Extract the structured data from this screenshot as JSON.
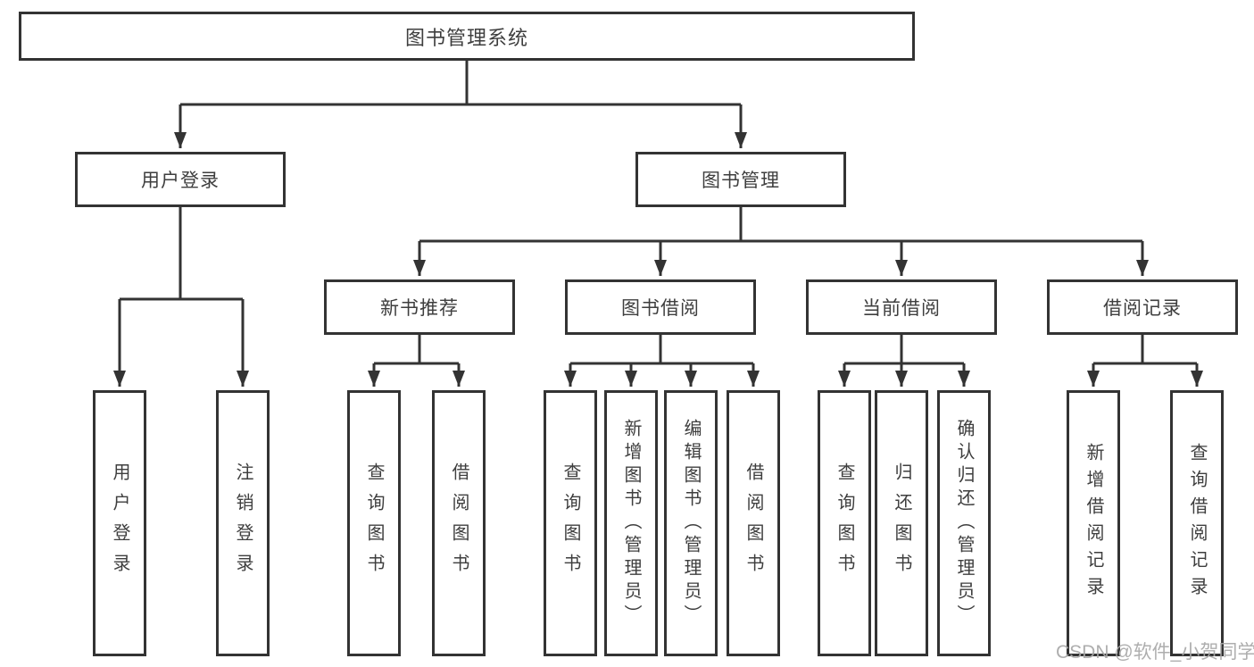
{
  "tree": {
    "root": {
      "label": "图书管理系统"
    },
    "branches": [
      {
        "label": "用户登录",
        "children": [
          {
            "label": "用户登录"
          },
          {
            "label": "注销登录"
          }
        ]
      },
      {
        "label": "图书管理",
        "children": [
          {
            "label": "新书推荐",
            "children": [
              {
                "label": "查询图书"
              },
              {
                "label": "借阅图书"
              }
            ]
          },
          {
            "label": "图书借阅",
            "children": [
              {
                "label": "查询图书"
              },
              {
                "label": "新增图书（管理员）"
              },
              {
                "label": "编辑图书（管理员）"
              },
              {
                "label": "借阅图书"
              }
            ]
          },
          {
            "label": "当前借阅",
            "children": [
              {
                "label": "查询图书"
              },
              {
                "label": "归还图书"
              },
              {
                "label": "确认归还（管理员）"
              }
            ]
          },
          {
            "label": "借阅记录",
            "children": [
              {
                "label": "新增借阅记录"
              },
              {
                "label": "查询借阅记录"
              }
            ]
          }
        ]
      }
    ]
  },
  "watermark": {
    "text": "CSDN @软件_小贺同学"
  },
  "colors": {
    "line": "#333333",
    "text": "#3e3e3e",
    "box_background": "#ffffff",
    "watermark": "#a8a8a8"
  }
}
